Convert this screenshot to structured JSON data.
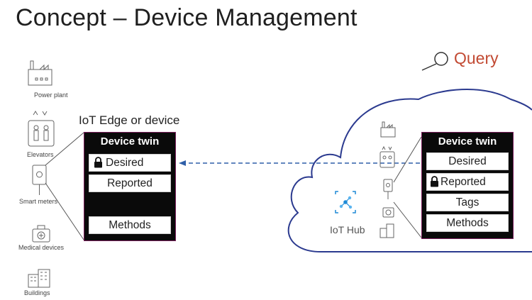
{
  "title": "Concept – Device Management",
  "query": {
    "label": "Query",
    "icon": "magnifier-icon",
    "color": "#c24a33"
  },
  "devices": [
    {
      "label": "Power plant",
      "icon": "power-plant-icon"
    },
    {
      "label": "Elevators",
      "icon": "elevator-icon"
    },
    {
      "label": "Smart meters",
      "icon": "smart-meter-icon"
    },
    {
      "label": "Medical devices",
      "icon": "medical-device-icon"
    },
    {
      "label": "Buildings",
      "icon": "building-icon"
    }
  ],
  "edge": {
    "label": "IoT Edge or device",
    "twin_title": "Device twin",
    "rows": {
      "desired": "Desired",
      "reported": "Reported",
      "methods": "Methods"
    }
  },
  "cloud": {
    "hub_label": "IoT Hub",
    "twin_title": "Device twin",
    "rows": {
      "desired": "Desired",
      "reported": "Reported",
      "tags": "Tags",
      "methods": "Methods"
    }
  },
  "colors": {
    "cloud_outline": "#2b3a8f",
    "sync_arrow": "#2f5fa8",
    "twin_border": "#7a1f5c",
    "hub_icon": "#1e8ad6"
  }
}
